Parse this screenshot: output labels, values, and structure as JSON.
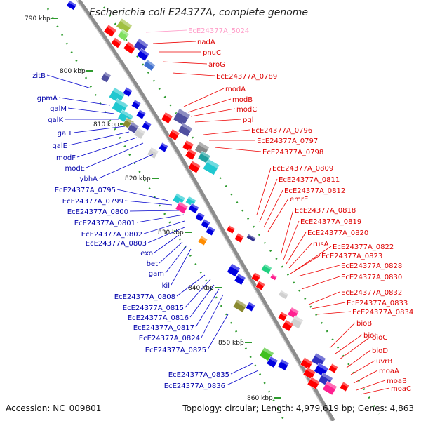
{
  "header": {
    "title": "Escherichia coli E24377A, complete genome"
  },
  "footer": {
    "accession": "Accession: NC_009801",
    "info": "Topology: circular; Length: 4,979,619 bp; Genes: 4,863"
  },
  "colors": {
    "backbone": "#8c8c8c",
    "plus_strand": "#0000e0",
    "minus_strand": "#ff0000",
    "pseudo_gene": "#ff9cc8",
    "tick": "#2e9a2e"
  },
  "ticks": [
    "790 kbp",
    "800 kbp",
    "810 kbp",
    "820 kbp",
    "830 kbp",
    "840 kbp",
    "850 kbp",
    "860 kbp"
  ],
  "left_labels": [
    "zitB",
    "gpmA",
    "galM",
    "galK",
    "galT",
    "galE",
    "modF",
    "modE",
    "ybhA",
    "EcE24377A_0795",
    "EcE24377A_0799",
    "EcE24377A_0800",
    "EcE24377A_0801",
    "EcE24377A_0802",
    "EcE24377A_0803",
    "exo",
    "bet",
    "gam",
    "kil",
    "EcE24377A_0808",
    "EcE24377A_0815",
    "EcE24377A_0816",
    "EcE24377A_0817",
    "EcE24377A_0824",
    "EcE24377A_0825",
    "EcE24377A_0835",
    "EcE24377A_0836"
  ],
  "right_labels": [
    "EcE24377A_5024",
    "nadA",
    "pnuC",
    "aroG",
    "EcE24377A_0789",
    "modA",
    "modB",
    "modC",
    "pgl",
    "EcE24377A_0796",
    "EcE24377A_0797",
    "EcE24377A_0798",
    "EcE24377A_0809",
    "EcE24377A_0811",
    "EcE24377A_0812",
    "emrE",
    "EcE24377A_0818",
    "EcE24377A_0819",
    "EcE24377A_0820",
    "rusA",
    "EcE24377A_0822",
    "EcE24377A_0823",
    "EcE24377A_0828",
    "EcE24377A_0830",
    "EcE24377A_0832",
    "EcE24377A_0833",
    "EcE24377A_0834",
    "bioB",
    "bioF",
    "bioC",
    "bioD",
    "uvrB",
    "moaA",
    "moaB",
    "moaC"
  ]
}
